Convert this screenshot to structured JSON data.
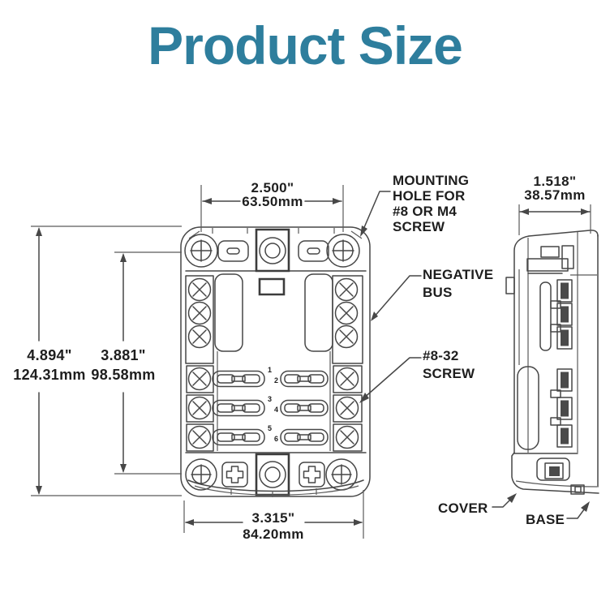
{
  "title": "Product Size",
  "colors": {
    "accent_title": "#2e7e9d",
    "line": "#474747",
    "background": "#ffffff"
  },
  "dimensions": {
    "mount_hole_spacing_width": {
      "inches": "2.500\"",
      "mm": "63.50mm"
    },
    "side_depth": {
      "inches": "1.518\"",
      "mm": "38.57mm"
    },
    "overall_height": {
      "inches": "4.894\"",
      "mm": "124.31mm"
    },
    "mount_hole_spacing_height": {
      "inches": "3.881\"",
      "mm": "98.58mm"
    },
    "overall_width": {
      "inches": "3.315\"",
      "mm": "84.20mm"
    }
  },
  "callouts": {
    "mounting_hole": [
      "MOUNTING",
      "HOLE FOR",
      "#8 OR M4",
      "SCREW"
    ],
    "negative_bus": [
      "NEGATIVE",
      "BUS"
    ],
    "screw": [
      "#8-32",
      "SCREW"
    ],
    "cover": "COVER",
    "base": "BASE"
  },
  "front_view": {
    "fuse_numbers": [
      "1",
      "2",
      "3",
      "4",
      "5",
      "6"
    ]
  }
}
